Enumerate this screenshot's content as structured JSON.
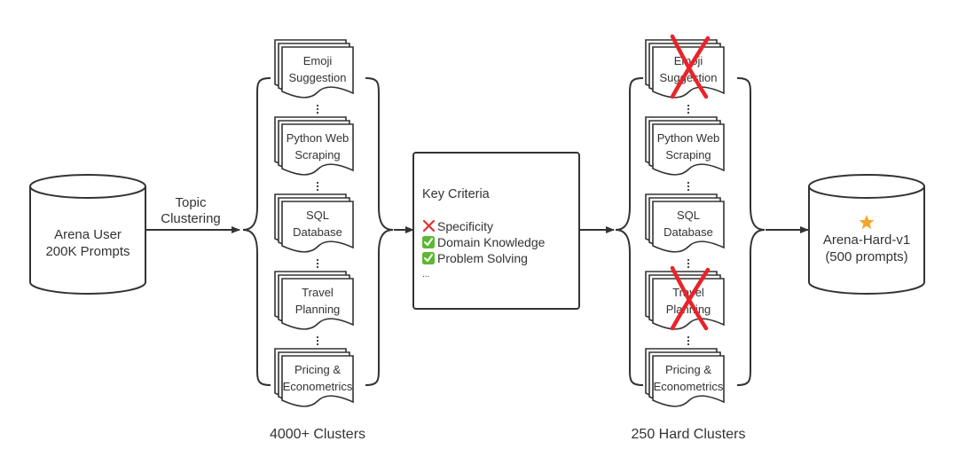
{
  "source": {
    "line1": "Arena User",
    "line2": "200K Prompts"
  },
  "edge_label": {
    "line1": "Topic",
    "line2": "Clustering"
  },
  "left_group": {
    "caption": "4000+ Clusters",
    "clusters": [
      {
        "lines": [
          "Emoji",
          "Suggestion"
        ],
        "rejected": false
      },
      {
        "lines": [
          "Python Web",
          "Scraping"
        ],
        "rejected": false
      },
      {
        "lines": [
          "SQL",
          "Database"
        ],
        "rejected": false
      },
      {
        "lines": [
          "Travel",
          "Planning"
        ],
        "rejected": false
      },
      {
        "lines": [
          "Pricing &",
          "Econometrics"
        ],
        "rejected": false
      }
    ]
  },
  "criteria": {
    "title": "Key Criteria",
    "items": [
      {
        "mark": "✕",
        "text": "Specificity",
        "mark_color": "#e0312f"
      },
      {
        "mark": "✔",
        "text": "Domain Knowledge",
        "mark_color": "#5cb832"
      },
      {
        "mark": "✔",
        "text": "Problem Solving",
        "mark_color": "#5cb832"
      }
    ],
    "ellipsis": "..."
  },
  "right_group": {
    "caption": "250 Hard Clusters",
    "clusters": [
      {
        "lines": [
          "Emoji",
          "Suggestion"
        ],
        "rejected": true
      },
      {
        "lines": [
          "Python Web",
          "Scraping"
        ],
        "rejected": false
      },
      {
        "lines": [
          "SQL",
          "Database"
        ],
        "rejected": false
      },
      {
        "lines": [
          "Travel",
          "Planning"
        ],
        "rejected": true
      },
      {
        "lines": [
          "Pricing &",
          "Econometrics"
        ],
        "rejected": false
      }
    ]
  },
  "result": {
    "line1": "Arena-Hard-v1",
    "line2": "(500 prompts)",
    "icon": "star-icon"
  },
  "colors": {
    "stroke": "#333333",
    "text": "#333333",
    "reject": "#e8242a",
    "star": "#f4a62a"
  }
}
